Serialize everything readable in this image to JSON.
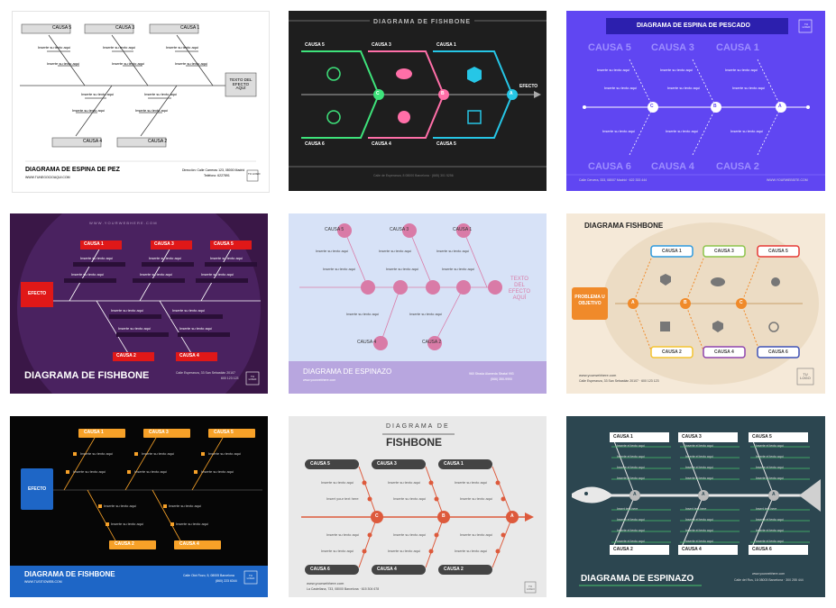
{
  "cards": [
    {
      "title": "DIAGRAMA DE ESPINA DE PEZ",
      "url": "WWW.TUNEGOCIOAQUI.COM",
      "address": "Dirección: Calle Carreras 123, 08000 Madrid",
      "phone": "Teléfono: 6227891",
      "logo": "TU LOGO",
      "effect": "TEXTO DEL EFECTO AQUÍ",
      "causes_top": [
        "CAUSA 5",
        "CAUSA 3",
        "CAUSA 1"
      ],
      "causes_bottom": [
        "CAUSA 4",
        "CAUSA 2"
      ],
      "sub": "Inserte su texto aquí"
    },
    {
      "title": "DIAGRAMA DE FISHBONE",
      "causes_top": [
        "CAUSA 5",
        "CAUSA 3",
        "CAUSA 1"
      ],
      "causes_bottom": [
        "CAUSA 6",
        "CAUSA 4",
        "CAUSA 5"
      ],
      "effect": "EFECTO",
      "nodes": [
        "C",
        "B",
        "A"
      ],
      "footer": "Calle de Esperanza, 8 08000 Barcelona · (665) 301 5256"
    },
    {
      "title": "DIAGRAMA DE ESPINA DE PESCADO",
      "logo": "TU LOGO",
      "causes_top": [
        "CAUSA 5",
        "CAUSA 3",
        "CAUSA 1"
      ],
      "causes_bottom": [
        "CAUSA 6",
        "CAUSA 4",
        "CAUSA 2"
      ],
      "nodes": [
        "C",
        "B",
        "A"
      ],
      "sub": "Inserte su texto aquí",
      "footer_left": "Calle Cervera, 333, 08007 Madrid · 622 333 444",
      "footer_right": "WWW.YOURWEBSITE.COM"
    },
    {
      "url": "W W W . Y O U R W E B H E R E . C O M",
      "effect": "EFECTO",
      "causes_top": [
        "CAUSA 1",
        "CAUSA 3",
        "CAUSA 5"
      ],
      "causes_bottom": [
        "CAUSA 2",
        "CAUSA 4"
      ],
      "sub": "Inserte su texto aquí",
      "title": "DIAGRAMA DE FISHBONE",
      "address": "Calle Esperanza, 33 San Sebastián 20107",
      "phone": "600 123 123",
      "logo": "TU LOGO"
    },
    {
      "causes_top": [
        "CAUSA 5",
        "CAUSA 3",
        "CAUSA 1"
      ],
      "causes_bottom": [
        "CAUSA 4",
        "CAUSA 2"
      ],
      "sub": "Inserte su texto aquí",
      "effect": "TEXTO DEL EFECTO AQUÍ",
      "title": "DIAGRAMA DE ESPINAZO",
      "url": "www.yourwebhere.com",
      "address": "960 Strada Alameda Stratal 993",
      "phone": "(566) 350-9990"
    },
    {
      "title": "DIAGRAMA FISHBONE",
      "causes_top": [
        "CAUSA 1",
        "CAUSA 3",
        "CAUSA 5"
      ],
      "causes_bottom": [
        "CAUSA 2",
        "CAUSA 4",
        "CAUSA 6"
      ],
      "nodes": [
        "A",
        "B",
        "C"
      ],
      "effect": "PROBLEMA U OBJETIVO",
      "url": "www.yourwebhere.com",
      "address": "Calle Esperanza, 33 San Sebastián 20107 · 600 123 123",
      "logo": "TU LOGO"
    },
    {
      "effect": "EFECTO",
      "causes_top": [
        "CAUSA 1",
        "CAUSA 3",
        "CAUSA 5"
      ],
      "causes_bottom": [
        "CAUSA 2",
        "CAUSA 4"
      ],
      "sub": "Inserte su texto aquí",
      "title": "DIAGRAMA DE FISHBONE",
      "url": "WWW.TUSITIOWEB.COM",
      "address": "Calle Olot Rozo, 5, 08005 Barcelona",
      "phone": "(860) 223 6344",
      "logo": "TU LOGO"
    },
    {
      "title_top": "DIAGRAMA DE",
      "title_main": "FISHBONE",
      "causes_top": [
        "CAUSA 5",
        "CAUSA 3",
        "CAUSA 1"
      ],
      "causes_bottom": [
        "CAUSA 6",
        "CAUSA 4",
        "CAUSA 2"
      ],
      "nodes": [
        "C",
        "B",
        "A"
      ],
      "sub": "Inserte su texto aquí",
      "sub_en": "Insert your text here",
      "url": "www.yourwebhere.com",
      "address": "La Castellana, 733, 08000 Barcelona · 615 304 678",
      "logo": "TU LOGO"
    },
    {
      "causes_top": [
        "CAUSA 1",
        "CAUSA 3",
        "CAUSA 5"
      ],
      "causes_bottom": [
        "CAUSA 2",
        "CAUSA 4",
        "CAUSA 6"
      ],
      "nodes": [
        "A",
        "A",
        "A"
      ],
      "sub": "Inserte el texto aquí",
      "sub_en": "Insert text here",
      "title": "DIAGRAMA DE ESPINAZO",
      "url": "www.yourwebhere.com",
      "address": "Calle del Rus, 16 08003 Barcelona · 300 255 444"
    }
  ],
  "colors": {
    "c2_green": "#3ee37b",
    "c2_pink": "#ff6fa8",
    "c2_blue": "#26c6e6",
    "c4_red": "#e01818",
    "c5_pink": "#d97ba7",
    "c6_orange": "#f08a2a",
    "c7_orange": "#f7a128",
    "c7_blue": "#1e66c6",
    "c8_red": "#dd5a3c",
    "c9_green": "#49c46b"
  }
}
